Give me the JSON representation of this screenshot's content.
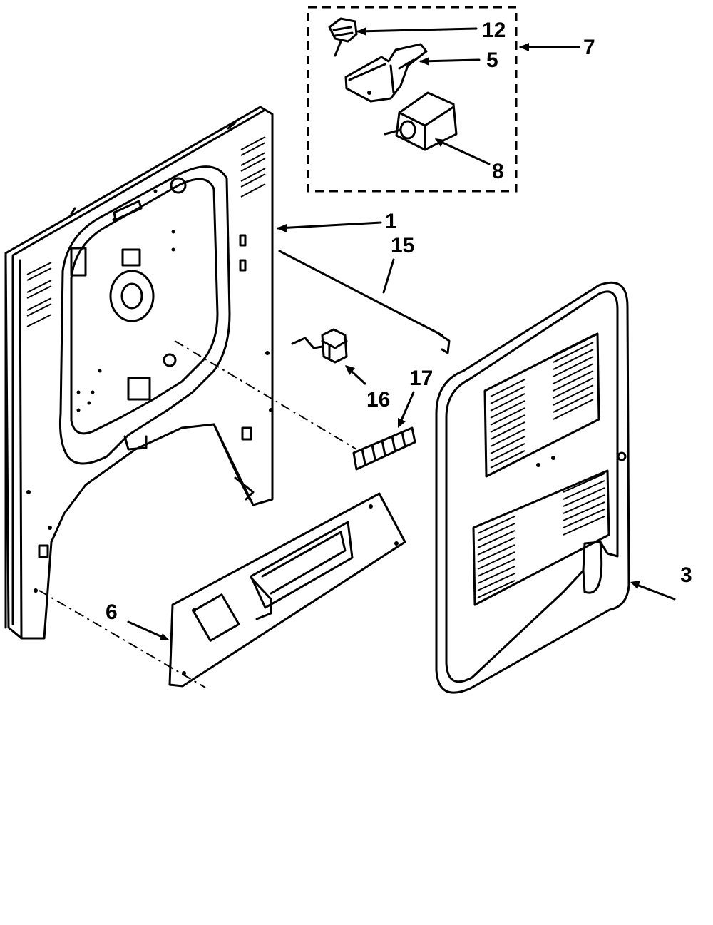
{
  "callouts": {
    "part_1": "1",
    "part_3": "3",
    "part_5": "5",
    "part_6": "6",
    "part_7": "7",
    "part_8": "8",
    "part_12": "12",
    "part_15": "15",
    "part_16": "16",
    "part_17": "17"
  },
  "colors": {
    "line": "#000000",
    "background": "#ffffff"
  }
}
